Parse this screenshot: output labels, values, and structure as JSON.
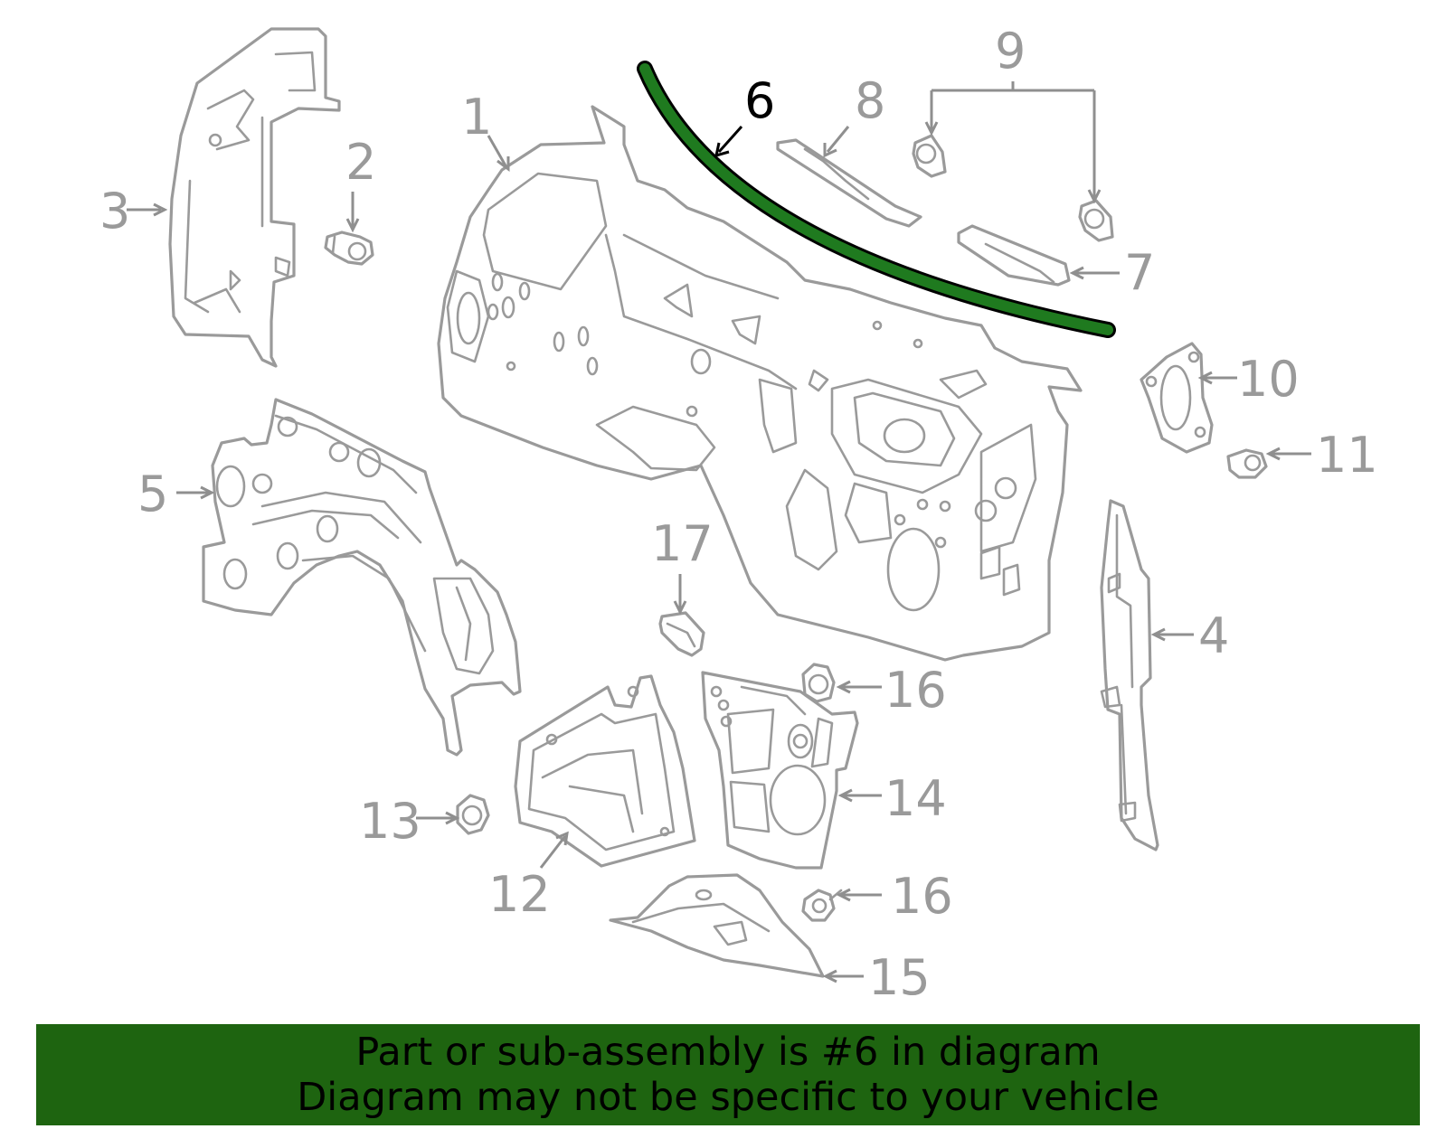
{
  "diagram": {
    "highlighted_part": "6",
    "highlight_color": "#1f7a1f",
    "line_color": "#9a9a9a",
    "callouts": {
      "c1": "1",
      "c2": "2",
      "c3": "3",
      "c4": "4",
      "c5": "5",
      "c6": "6",
      "c7": "7",
      "c8": "8",
      "c9": "9",
      "c10": "10",
      "c11": "11",
      "c12": "12",
      "c13": "13",
      "c14": "14",
      "c15": "15",
      "c16a": "16",
      "c16b": "16",
      "c17": "17"
    }
  },
  "banner": {
    "line1": "Part or sub-assembly is #6 in diagram",
    "line2": "Diagram may not be specific to your vehicle",
    "background_color": "#1e6410"
  }
}
